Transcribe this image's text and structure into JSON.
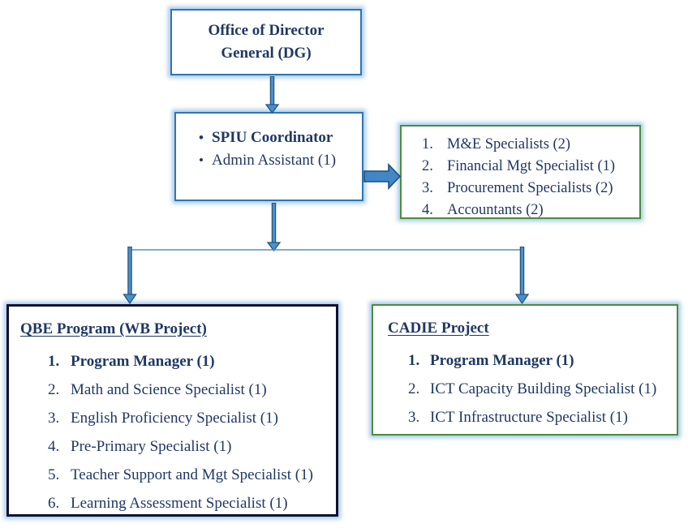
{
  "diagram": {
    "dg": {
      "title": "Office of Director General (DG)"
    },
    "spiu": {
      "bullet": "•",
      "items": [
        {
          "text": "SPIU Coordinator"
        },
        {
          "text": "Admin Assistant (1)"
        }
      ]
    },
    "pmu": {
      "items": [
        {
          "num": "1.",
          "text": "M&E Specialists (2)"
        },
        {
          "num": "2.",
          "text": "Financial Mgt Specialist (1)"
        },
        {
          "num": "3.",
          "text": "Procurement Specialists (2)"
        },
        {
          "num": "4.",
          "text": "Accountants (2)"
        }
      ]
    },
    "qbe": {
      "title": "QBE Program (WB Project)",
      "items": [
        {
          "num": "1.",
          "text": "Program Manager (1)"
        },
        {
          "num": "2.",
          "text": "Math and Science Specialist (1)"
        },
        {
          "num": "3.",
          "text": "English Proficiency Specialist (1)"
        },
        {
          "num": "4.",
          "text": "Pre-Primary Specialist (1)"
        },
        {
          "num": "5.",
          "text": "Teacher Support and Mgt Specialist (1)"
        },
        {
          "num": "6.",
          "text": "Learning Assessment Specialist (1)"
        }
      ]
    },
    "cadie": {
      "title": "CADIE Project",
      "items": [
        {
          "num": "1.",
          "text": "Program Manager (1)"
        },
        {
          "num": "2.",
          "text": "ICT Capacity Building Specialist (1)"
        },
        {
          "num": "3.",
          "text": "ICT Infrastructure Specialist (1)"
        }
      ]
    }
  },
  "colors": {
    "blue_border": "#2e75b6",
    "green_border": "#4e8c3c",
    "dark_border": "#11112f",
    "text_navy": "#1f3864",
    "arrow_light": "#4a90ca",
    "arrow_dark": "#24557f",
    "glow": "#9ec5e8"
  }
}
